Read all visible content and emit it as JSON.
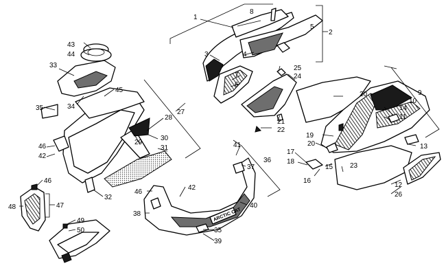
{
  "callouts": [
    {
      "id": "c1",
      "text": "1"
    },
    {
      "id": "c2",
      "text": "2"
    },
    {
      "id": "c3",
      "text": "3"
    },
    {
      "id": "c4",
      "text": "4"
    },
    {
      "id": "c5",
      "text": "5"
    },
    {
      "id": "c6",
      "text": "6"
    },
    {
      "id": "c7",
      "text": "7"
    },
    {
      "id": "c8",
      "text": "8"
    },
    {
      "id": "c9",
      "text": "9"
    },
    {
      "id": "c10",
      "text": "10"
    },
    {
      "id": "c11",
      "text": "11"
    },
    {
      "id": "c12",
      "text": "12"
    },
    {
      "id": "c13",
      "text": "13"
    },
    {
      "id": "c14",
      "text": "14"
    },
    {
      "id": "c15",
      "text": "15"
    },
    {
      "id": "c16",
      "text": "16"
    },
    {
      "id": "c17",
      "text": "17"
    },
    {
      "id": "c18",
      "text": "18"
    },
    {
      "id": "c19",
      "text": "19"
    },
    {
      "id": "c20a",
      "text": "20"
    },
    {
      "id": "c20b",
      "text": "20"
    },
    {
      "id": "c21",
      "text": "21"
    },
    {
      "id": "c22",
      "text": "22"
    },
    {
      "id": "c23",
      "text": "23"
    },
    {
      "id": "c24",
      "text": "24"
    },
    {
      "id": "c25",
      "text": "25"
    },
    {
      "id": "c26",
      "text": "26"
    },
    {
      "id": "c27",
      "text": "27"
    },
    {
      "id": "c28",
      "text": "28"
    },
    {
      "id": "c29",
      "text": "29"
    },
    {
      "id": "c30",
      "text": "30"
    },
    {
      "id": "c31",
      "text": "31"
    },
    {
      "id": "c32",
      "text": "32"
    },
    {
      "id": "c33",
      "text": "33"
    },
    {
      "id": "c34",
      "text": "34"
    },
    {
      "id": "c35a",
      "text": "35"
    },
    {
      "id": "c35b",
      "text": "35"
    },
    {
      "id": "c36",
      "text": "36"
    },
    {
      "id": "c37",
      "text": "37"
    },
    {
      "id": "c38",
      "text": "38"
    },
    {
      "id": "c39",
      "text": "39"
    },
    {
      "id": "c40",
      "text": "40"
    },
    {
      "id": "c41",
      "text": "41"
    },
    {
      "id": "c42a",
      "text": "42"
    },
    {
      "id": "c42b",
      "text": "42"
    },
    {
      "id": "c43",
      "text": "43"
    },
    {
      "id": "c44",
      "text": "44"
    },
    {
      "id": "c45",
      "text": "45"
    },
    {
      "id": "c46a",
      "text": "46"
    },
    {
      "id": "c46b",
      "text": "46"
    },
    {
      "id": "c46c",
      "text": "46"
    },
    {
      "id": "c47",
      "text": "47"
    },
    {
      "id": "c48",
      "text": "48"
    },
    {
      "id": "c49",
      "text": "49"
    },
    {
      "id": "c50",
      "text": "50"
    }
  ],
  "decal_text": "ARCTIC CAT"
}
